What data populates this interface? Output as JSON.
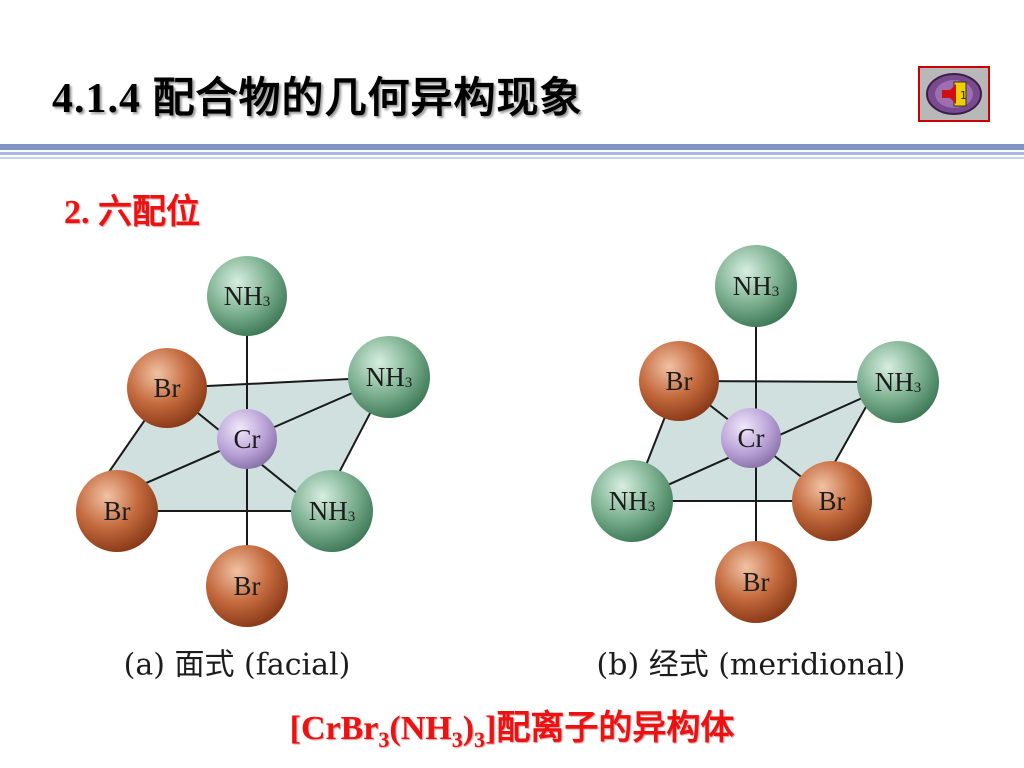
{
  "title": "4.1.4  配合物的几何异构现象",
  "heading": "2.  六配位",
  "nav": {
    "icon": "speaker-nav-icon"
  },
  "fac": {
    "caption": "(a) 面式 (facial)",
    "atoms": {
      "top": {
        "label": "NH",
        "sub": "3"
      },
      "upper_left": {
        "label": "Br",
        "sub": ""
      },
      "upper_right": {
        "label": "NH",
        "sub": "3"
      },
      "center": {
        "label": "Cr",
        "sub": ""
      },
      "lower_left": {
        "label": "Br",
        "sub": ""
      },
      "lower_right": {
        "label": "NH",
        "sub": "3"
      },
      "bottom": {
        "label": "Br",
        "sub": ""
      }
    }
  },
  "mer": {
    "caption": "(b) 经式 (meridional)",
    "atoms": {
      "top": {
        "label": "NH",
        "sub": "3"
      },
      "upper_left": {
        "label": "Br",
        "sub": ""
      },
      "upper_right": {
        "label": "NH",
        "sub": "3"
      },
      "center": {
        "label": "Cr",
        "sub": ""
      },
      "lower_left": {
        "label": "NH",
        "sub": "3"
      },
      "lower_right": {
        "label": "Br",
        "sub": ""
      },
      "bottom": {
        "label": "Br",
        "sub": ""
      }
    }
  },
  "formula": {
    "open": "[CrBr",
    "sub1": "3",
    "mid": "(NH",
    "sub2": "3",
    "close": ")",
    "sub3": "3",
    "tail": "]配离子的异构体"
  },
  "colors": {
    "heading_red": "#ee1111",
    "plane_fill": "#cfe0df",
    "ammine_green": "#6fa383",
    "bromide_brown": "#b85a32",
    "chromium_purple": "#bca5d8"
  }
}
